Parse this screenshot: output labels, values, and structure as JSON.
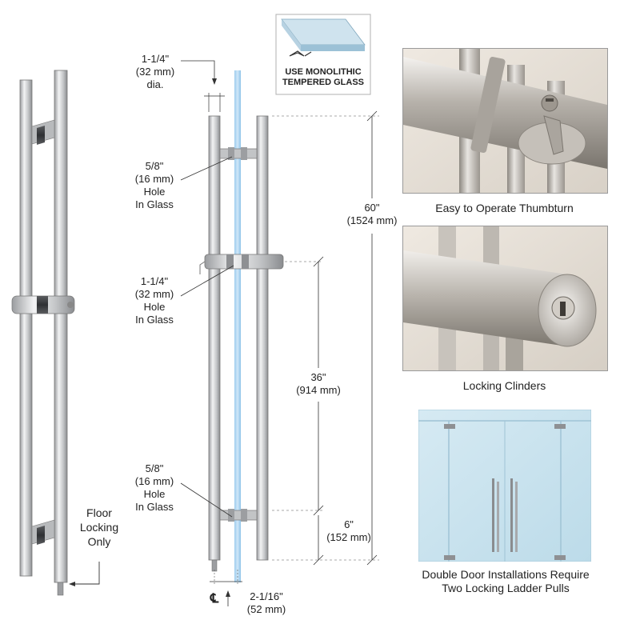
{
  "glass_badge": {
    "line1": "USE MONOLITHIC",
    "line2": "TEMPERED GLASS"
  },
  "side_view": {
    "floor_locking": [
      "Floor",
      "Locking",
      "Only"
    ]
  },
  "dims": {
    "dia": [
      "1-1/4\"",
      "(32 mm)",
      "dia."
    ],
    "hole_top": [
      "5/8\"",
      "(16 mm)",
      "Hole",
      "In Glass"
    ],
    "hole_mid": [
      "1-1/4\"",
      "(32 mm)",
      "Hole",
      "In Glass"
    ],
    "hole_bottom": [
      "5/8\"",
      "(16 mm)",
      "Hole",
      "In Glass"
    ],
    "overall": [
      "60\"",
      "(1524 mm)"
    ],
    "mid_height": [
      "36\"",
      "(914 mm)"
    ],
    "bottom_height": [
      "6\"",
      "(152 mm)"
    ],
    "offset": [
      "2-1/16\"",
      "(52 mm)"
    ],
    "centerline": "℄"
  },
  "photos": {
    "thumbturn_caption": "Easy to Operate Thumbturn",
    "cylinders_caption": "Locking Clinders",
    "double_door_caption": [
      "Double Door Installations Require",
      "Two Locking Ladder Pulls"
    ]
  },
  "colors": {
    "glass": "#a9d4ef",
    "steel": "#c9cbcd",
    "steel_dark": "#8e9093",
    "line": "#333333"
  }
}
